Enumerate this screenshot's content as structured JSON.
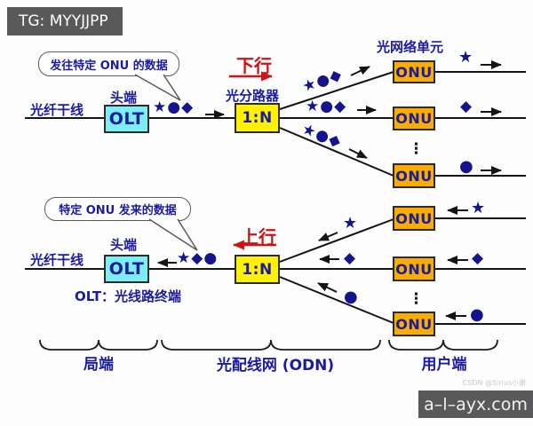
{
  "colors": {
    "navy": "#1b1b9e",
    "red": "#cc1414",
    "olt_fill": "#7deef5",
    "splitter_fill": "#fef102",
    "onu_fill": "#f9ad00"
  },
  "overlay": {
    "tag": "TG: MYYJJPP",
    "site": "a–l–ayx.com",
    "watermark": "CSDN @Sirius小谢"
  },
  "symbols": {
    "star": "★",
    "circle": "●",
    "diamond": "◆",
    "ellipsis": "⋮",
    "down_group": "★●◆",
    "up_group": "★◆●"
  },
  "downstream": {
    "bubble": "发往特定 ONU 的数据",
    "direction": "下行",
    "trunk_label": "光纤干线",
    "head_end_label": "头端",
    "olt": "OLT",
    "splitter_label": "光分路器",
    "splitter": "1:N",
    "onu_unit_label": "光网络单元",
    "onu": "ONU"
  },
  "upstream": {
    "bubble": "特定 ONU 发来的数据",
    "direction": "上行",
    "trunk_label": "光纤干线",
    "head_end_label": "头端",
    "olt": "OLT",
    "olt_note": "OLT：光线路终端",
    "splitter": "1:N",
    "onu": "ONU"
  },
  "sections": {
    "office": "局端",
    "odn": "光配线网 (ODN)",
    "users": "用户端"
  }
}
